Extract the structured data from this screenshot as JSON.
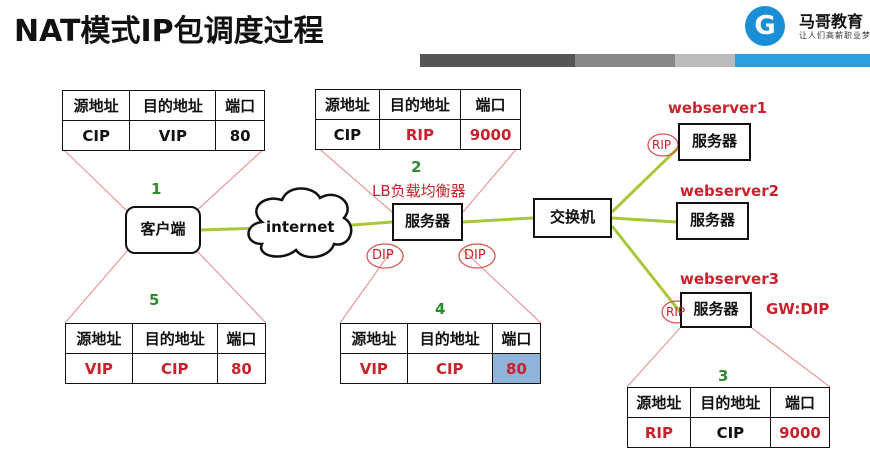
{
  "title": "NAT模式IP包调度过程",
  "logo": {
    "symbol": "G",
    "name": "马哥教育",
    "slogan": "让人们高薪职业梦想成真"
  },
  "top_bar_colors": [
    "#555555",
    "#888888",
    "#bbbbbb",
    "#2a9ee0"
  ],
  "nodes": {
    "client": "客户端",
    "internet": "internet",
    "lb_label": "LB负载均衡器",
    "lb": "服务器",
    "switch": "交换机",
    "ws1_label": "webserver1",
    "ws1": "服务器",
    "ws2_label": "webserver2",
    "ws2": "服务器",
    "ws3_label": "webserver3",
    "ws3": "服务器",
    "gw": "GW:DIP"
  },
  "ip_tags": {
    "dip_left": "DIP",
    "dip_right": "DIP",
    "rip1": "RIP",
    "rip3": "RIP"
  },
  "steps": [
    "1",
    "2",
    "3",
    "4",
    "5"
  ],
  "packet_header": [
    "源地址",
    "目的地址",
    "端口"
  ],
  "packets": {
    "p1": [
      "CIP",
      "VIP",
      "80"
    ],
    "p2": [
      "CIP",
      "RIP",
      "9000"
    ],
    "p3": [
      "RIP",
      "CIP",
      "9000"
    ],
    "p4": [
      "VIP",
      "CIP",
      "80"
    ],
    "p5": [
      "VIP",
      "CIP",
      "80"
    ]
  }
}
